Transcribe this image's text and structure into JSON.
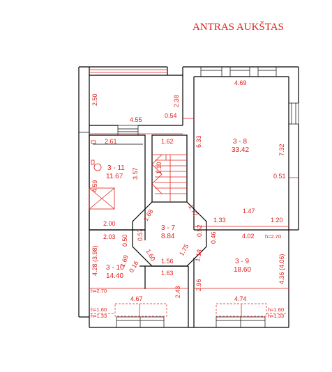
{
  "title": "ANTRAS AUKŠTAS",
  "rooms": {
    "r311": {
      "id": "3 - 11",
      "area": "11.67"
    },
    "r38": {
      "id": "3 - 8",
      "area": "33.42"
    },
    "r37": {
      "id": "3 - 7",
      "area": "8.84"
    },
    "r310": {
      "id": "3 - 10",
      "area": "14.40"
    },
    "r39": {
      "id": "3 - 9",
      "area": "18.60"
    }
  },
  "dims": {
    "d250": "2.50",
    "d455": "4.55",
    "d054": "0.54",
    "d238": "2.38",
    "d469": "4.69",
    "d633": "6.33",
    "d732": "7.32",
    "d051": "0.51",
    "d261": "2.61",
    "d162": "1.62",
    "d110": "1.10",
    "d357": "3.57",
    "d459": "4.59",
    "d200": "2.00",
    "d168": "1.68",
    "d172": "1.72",
    "d133": "1.33",
    "d147": "1.47",
    "d120": "1.20",
    "d203": "2.03",
    "d050": "0.50",
    "d057": "0.57",
    "d052": "0.52",
    "d046": "0.46",
    "d402": "4.02",
    "h270a": "h=2.70",
    "d428": "4.28 (3.98)",
    "d160": "1.60",
    "d175": "1.75",
    "d118": "1.18",
    "d436": "4.36 (4.06)",
    "d169": "1.69",
    "d016": "0.16",
    "d156": "1.56",
    "d163": "1.63",
    "h270b": "h=2.70",
    "d243": "2.43",
    "d296": "2.96",
    "d467": "4.67",
    "d474": "4.74",
    "h160a": "h=1.60",
    "h133a": "h=1.33",
    "h160b": "h=1.60",
    "h133b": "h=1.33"
  }
}
